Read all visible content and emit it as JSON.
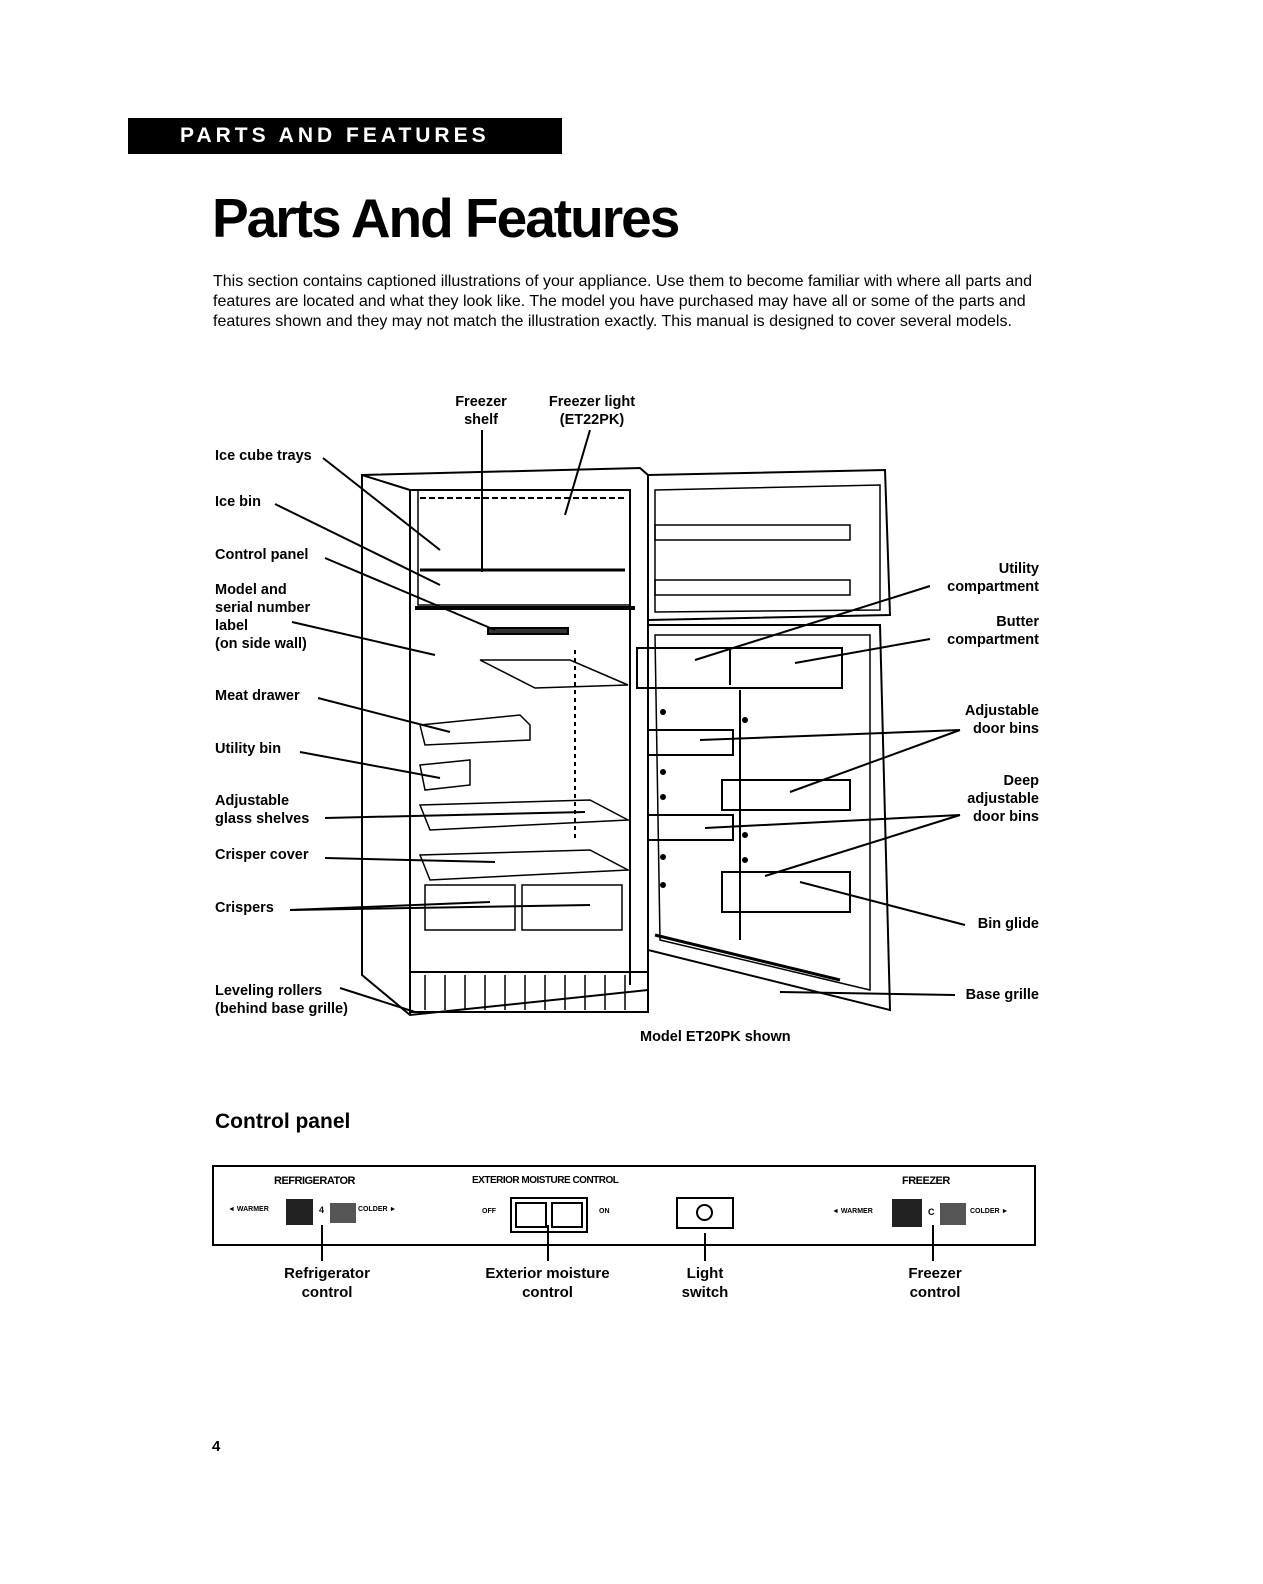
{
  "header": {
    "banner": "PARTS AND FEATURES"
  },
  "page": {
    "title": "Parts And Features",
    "intro": "This section contains captioned illustrations of your appliance. Use them to become familiar with where all parts and features are located and what they look like. The model you have purchased may have all or some of the parts and features shown and they may not match the illustration exactly. This manual is designed to cover several models.",
    "page_number": "4"
  },
  "diagram": {
    "top_labels": {
      "freezer_shelf": "Freezer\nshelf",
      "freezer_light": "Freezer light\n(ET22PK)"
    },
    "left_labels": {
      "ice_cube_trays": "Ice cube trays",
      "ice_bin": "Ice bin",
      "control_panel": "Control panel",
      "model_serial": "Model and\nserial number\nlabel\n(on side wall)",
      "meat_drawer": "Meat drawer",
      "utility_bin": "Utility bin",
      "adjustable_glass_shelves": "Adjustable\nglass shelves",
      "crisper_cover": "Crisper cover",
      "crispers": "Crispers",
      "leveling_rollers": "Leveling rollers\n(behind base grille)"
    },
    "right_labels": {
      "utility_compartment": "Utility\ncompartment",
      "butter_compartment": "Butter\ncompartment",
      "adjustable_door_bins": "Adjustable\ndoor bins",
      "deep_adjustable_door_bins": "Deep\nadjustable\ndoor bins",
      "bin_glide": "Bin glide",
      "base_grille": "Base grille"
    },
    "caption": "Model ET20PK shown"
  },
  "control_panel": {
    "heading": "Control panel",
    "refrigerator_header": "REFRIGERATOR",
    "exterior_header": "EXTERIOR MOISTURE CONTROL",
    "freezer_header": "FREEZER",
    "warmer": "◄ WARMER",
    "colder": "COLDER ►",
    "fridge_setting": "4",
    "freezer_setting": "C",
    "off": "OFF",
    "on": "ON",
    "callouts": {
      "refrigerator_control": "Refrigerator\ncontrol",
      "exterior_control": "Exterior moisture\ncontrol",
      "light_switch": "Light\nswitch",
      "freezer_control": "Freezer\ncontrol"
    }
  }
}
